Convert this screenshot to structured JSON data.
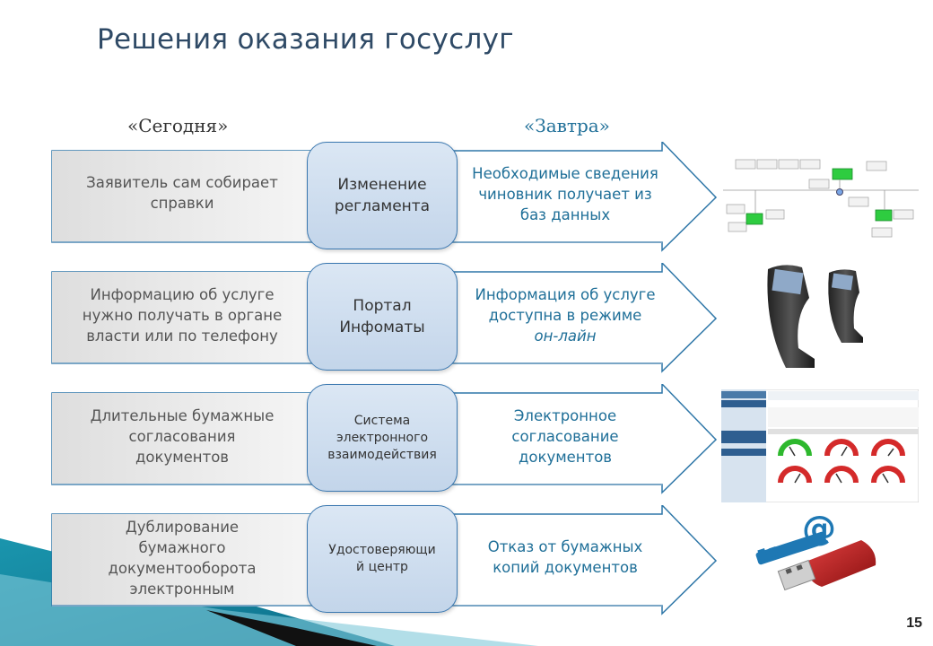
{
  "slide": {
    "title": "Решения оказания госуслуг",
    "page_number": "15"
  },
  "columns": {
    "today": "«Сегодня»",
    "tomorrow": "«Завтра»"
  },
  "rows": [
    {
      "today": [
        "Заявитель сам собирает",
        "справки"
      ],
      "solution": [
        "Изменение",
        "регламента"
      ],
      "tomorrow": [
        "Необходимые сведения",
        "чиновник получает из",
        "баз данных"
      ],
      "picture_icon": "workflow-diagram-icon"
    },
    {
      "today": [
        "Информацию об услуге",
        "нужно получать в органе",
        "власти или по телефону"
      ],
      "solution": [
        "Портал",
        "Инфоматы"
      ],
      "tomorrow": [
        "Информация об услуге",
        "доступна в режиме",
        "он-лайн"
      ],
      "picture_icon": "info-kiosk-icon"
    },
    {
      "today": [
        "Длительные бумажные",
        "согласования",
        "документов"
      ],
      "solution": [
        "Система",
        "электронного",
        "взаимодействия"
      ],
      "tomorrow": [
        "Электронное",
        "согласование",
        "документов"
      ],
      "picture_icon": "dashboard-screenshot-icon"
    },
    {
      "today": [
        "Дублирование",
        "бумажного",
        "документооборота",
        "электронным"
      ],
      "solution": [
        "Удостоверяющи",
        "й центр"
      ],
      "tomorrow": [
        "Отказ от бумажных",
        "копий документов"
      ],
      "picture_icon": "usb-key-email-icon"
    }
  ],
  "colors": {
    "title": "#2f4a66",
    "accent_blue": "#1f6f98",
    "box_border": "#3b78b0",
    "teal_decor": "#1b8fa8"
  }
}
